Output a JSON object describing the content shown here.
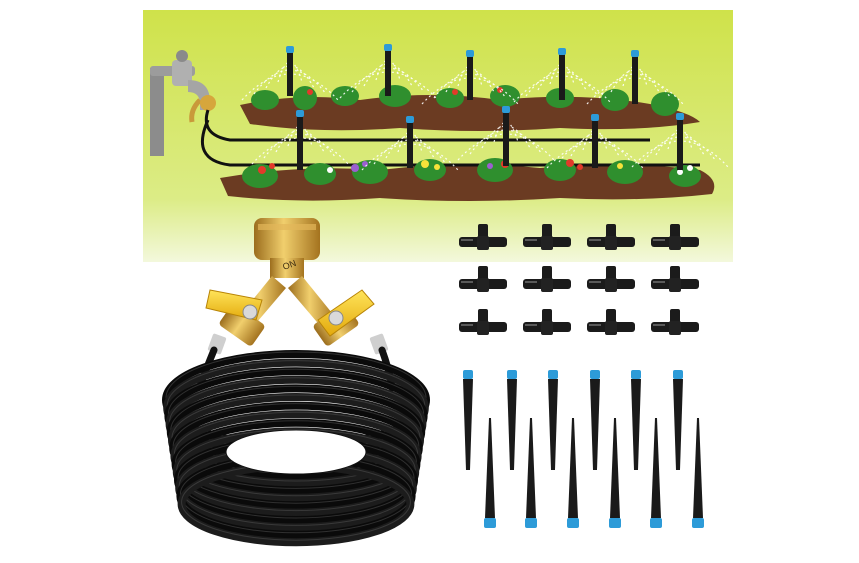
{
  "image": {
    "background": "#ffffff",
    "colors": {
      "lawn_top": "#cfe24a",
      "lawn_bottom": "#eef6cf",
      "soil": "#6b3b22",
      "brass": "#c99a3a",
      "brass_light": "#f1cf6d",
      "valve_yellow": "#f2c21b",
      "tube": "#111111",
      "nozzle_blue": "#2d9bd8",
      "stake_black": "#1a1a1a"
    },
    "counts": {
      "tee_connectors": 12,
      "short_stakes": 6,
      "long_stakes": 6
    }
  },
  "brass_valve": {
    "label": "ON"
  }
}
